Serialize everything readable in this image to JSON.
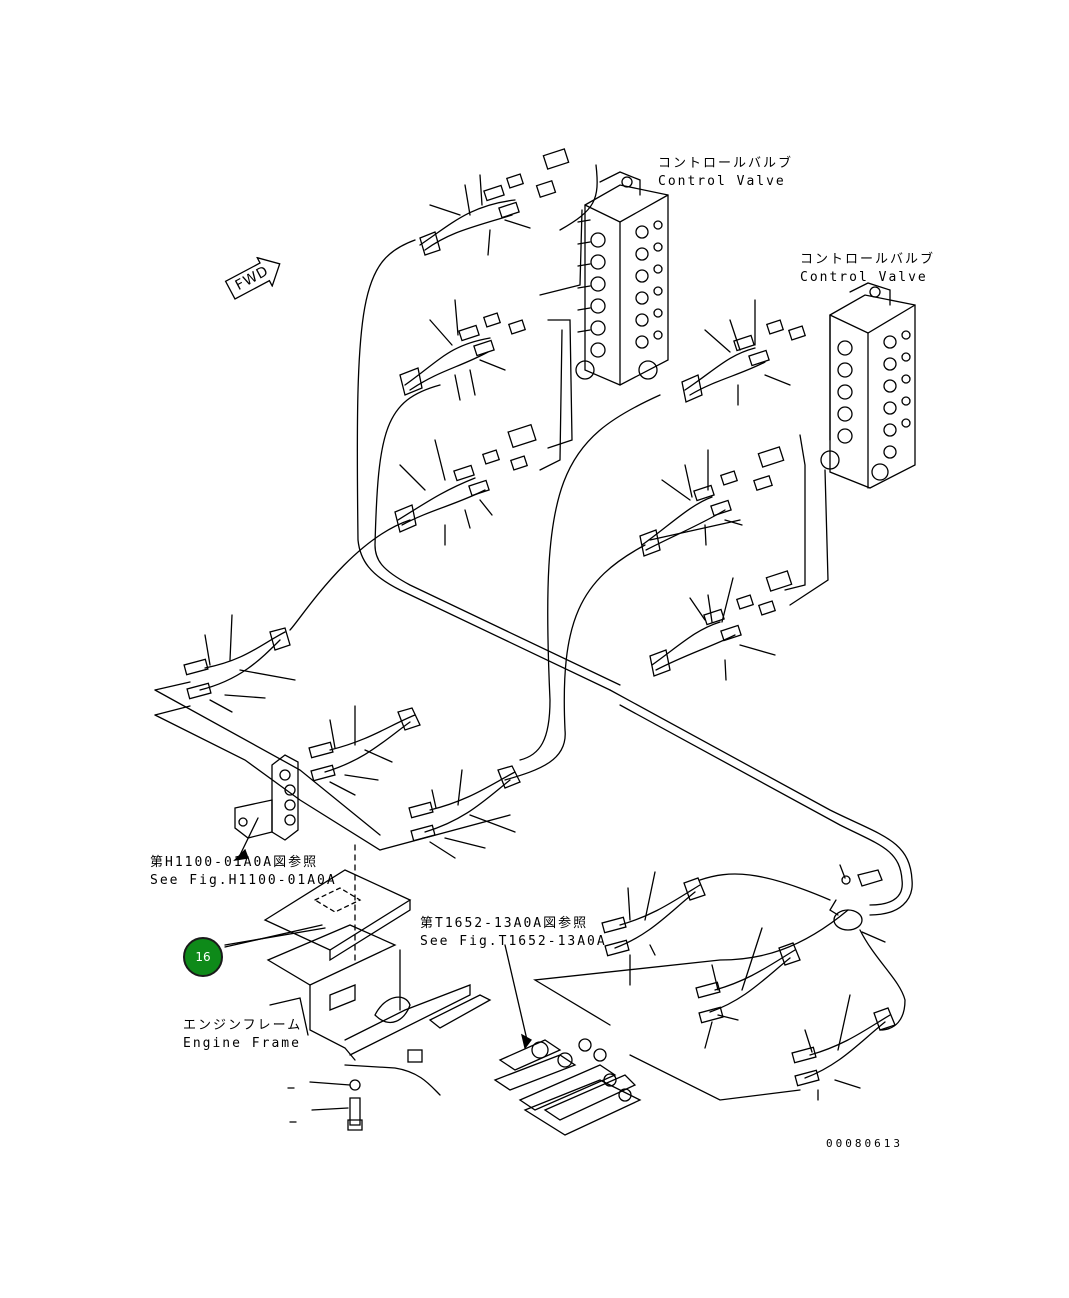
{
  "labels": {
    "control_valve_1_jp": "コントロールバルブ",
    "control_valve_1_en": "Control Valve",
    "control_valve_2_jp": "コントロールバルブ",
    "control_valve_2_en": "Control Valve",
    "ref_h1100_jp": "第H1100-01A0A図参照",
    "ref_h1100_en": "See Fig.H1100-01A0A",
    "ref_t1652_jp": "第T1652-13A0A図参照",
    "ref_t1652_en": "See Fig.T1652-13A0A",
    "engine_frame_jp": "エンジンフレーム",
    "engine_frame_en": "Engine Frame",
    "fwd": "FWD",
    "drawing_number": "00080613"
  },
  "callouts": [
    {
      "number": "16",
      "color": "#0e8a19"
    }
  ]
}
